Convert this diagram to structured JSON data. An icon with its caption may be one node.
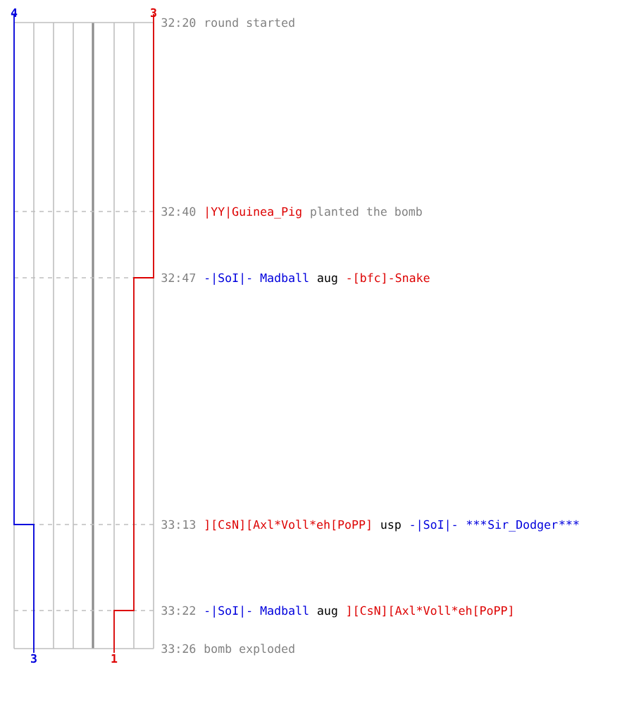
{
  "diagram": {
    "labels": [
      "4",
      "3",
      "32:20",
      "round started",
      "32:40",
      "|YY|Guinea_Pig",
      "planted the bomb",
      "32:47",
      "-|SoI|- Madball",
      "aug",
      "-[bfc]-Snake",
      "33:13",
      "][CsN][Axl*Voll*eh[PoPP]",
      "usp",
      "-|SoI|-",
      "***",
      "Sir_Dodger",
      "***",
      "33:22",
      "-|SoI|- Madball",
      "aug",
      "][CsN][Axl*Voll*eh[PoPP]",
      "33:26",
      "bomb exploded",
      "3",
      "1"
    ]
  }
}
